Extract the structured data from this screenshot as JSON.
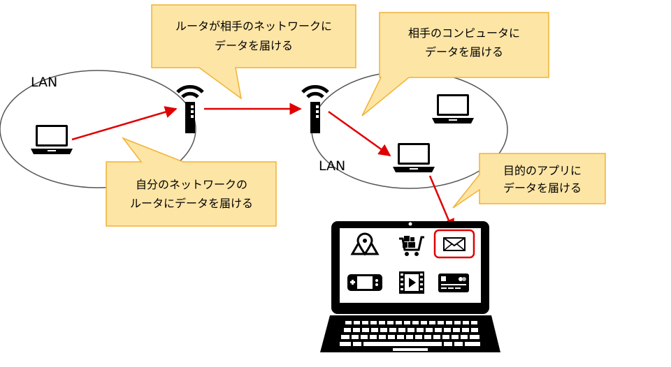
{
  "lan_labels": {
    "left": "LAN",
    "right": "LAN"
  },
  "callouts": {
    "router_to_network": [
      "ルータが相手のネットワークに",
      "データを届ける"
    ],
    "to_computer": [
      "相手のコンピュータに",
      "データを届ける"
    ],
    "own_router": [
      "自分のネットワークの",
      "ルータにデータを届ける"
    ],
    "to_app": [
      "目的のアプリに",
      "データを届ける"
    ]
  },
  "icons": {
    "laptops": [
      "laptop-icon",
      "laptop-icon",
      "laptop-icon"
    ],
    "routers": [
      "router-icon",
      "router-icon"
    ],
    "apps": [
      "map-pin-icon",
      "shopping-cart-icon",
      "mail-icon",
      "game-console-icon",
      "video-play-icon",
      "credit-card-icon"
    ]
  },
  "colors": {
    "arrow": "#e00000",
    "callout_fill": "#fde5a6",
    "callout_stroke": "#f2b233",
    "highlight": "#e00000",
    "lan_outline": "#555555"
  }
}
